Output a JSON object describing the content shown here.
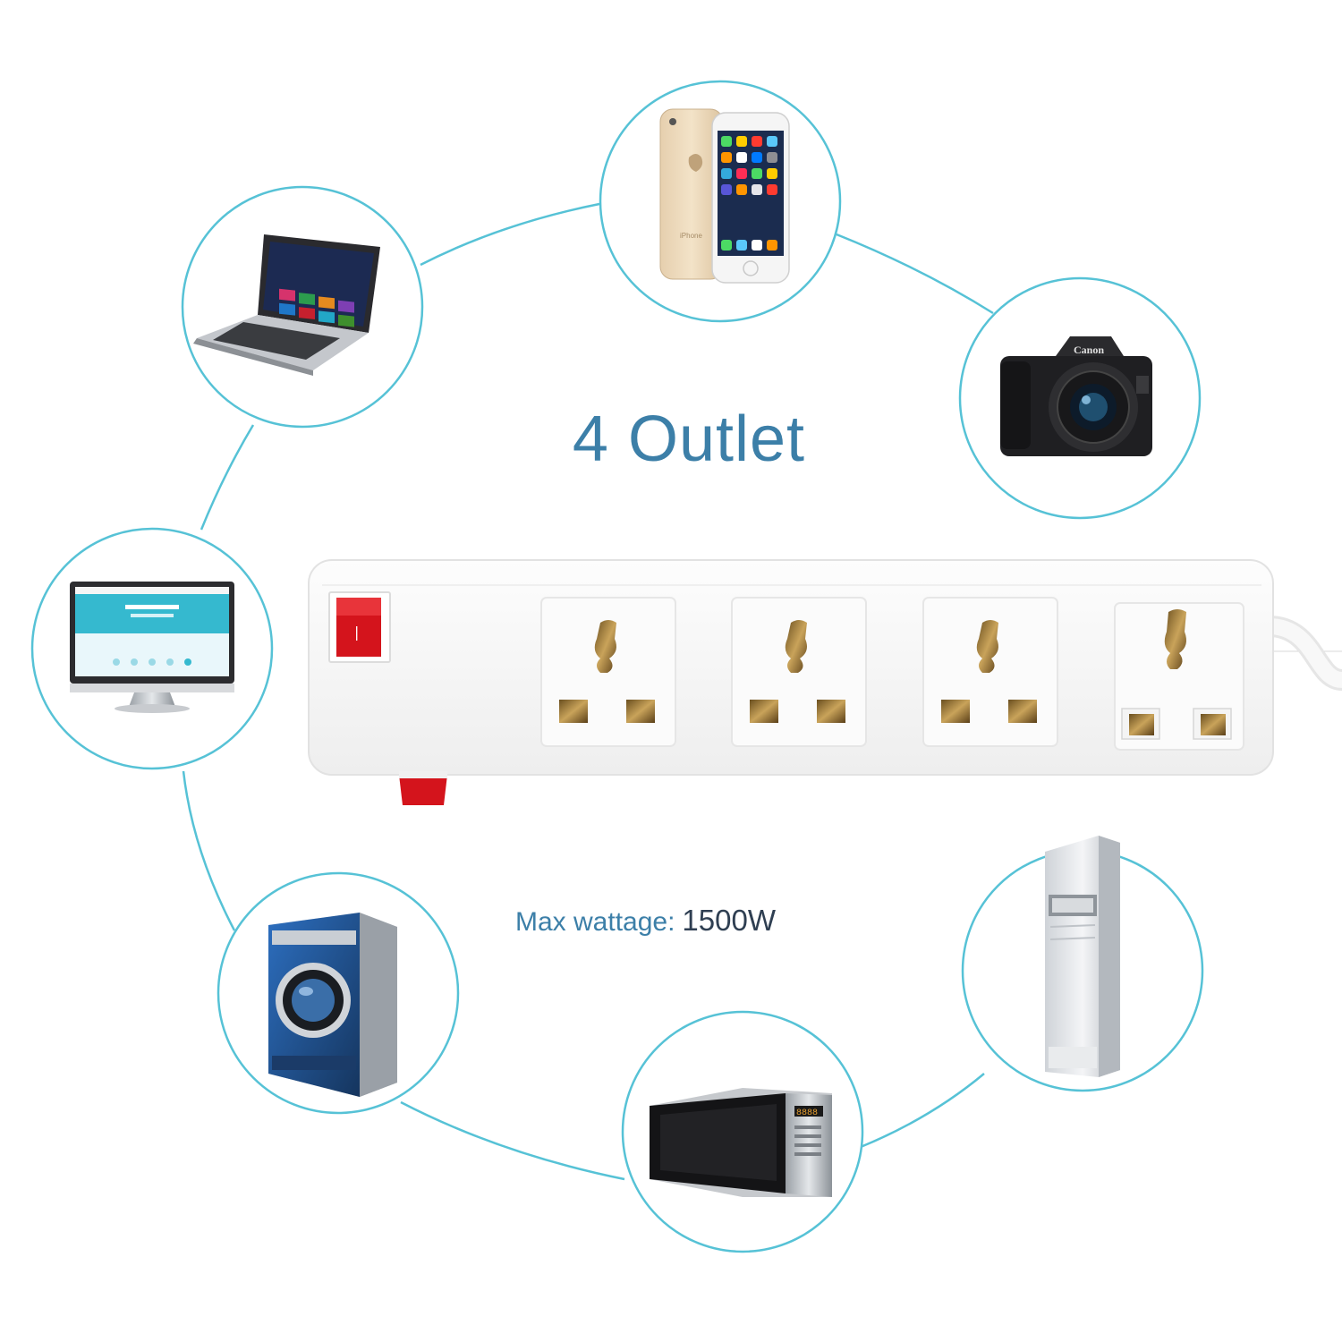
{
  "headline": "4 Outlet",
  "spec": {
    "label": "Max wattage:",
    "value": "1500W"
  },
  "phone_screen_label": "iPhone",
  "camera_brand": "Canon",
  "oven_display": "8888",
  "colors": {
    "accent_line": "#56c2d6",
    "headline": "#3c7fa8",
    "switch": "#d4141c",
    "strip": "#ffffff"
  },
  "devices": [
    {
      "name": "laptop",
      "icon": "laptop-icon"
    },
    {
      "name": "smartphones",
      "icon": "smartphone-icon"
    },
    {
      "name": "camera",
      "icon": "camera-icon"
    },
    {
      "name": "monitor",
      "icon": "monitor-icon"
    },
    {
      "name": "washing machine",
      "icon": "washing-machine-icon"
    },
    {
      "name": "microwave oven",
      "icon": "microwave-icon"
    },
    {
      "name": "air conditioner",
      "icon": "air-conditioner-icon"
    }
  ],
  "outlets": [
    {
      "type": "universal"
    },
    {
      "type": "universal"
    },
    {
      "type": "universal"
    },
    {
      "type": "universal"
    }
  ]
}
